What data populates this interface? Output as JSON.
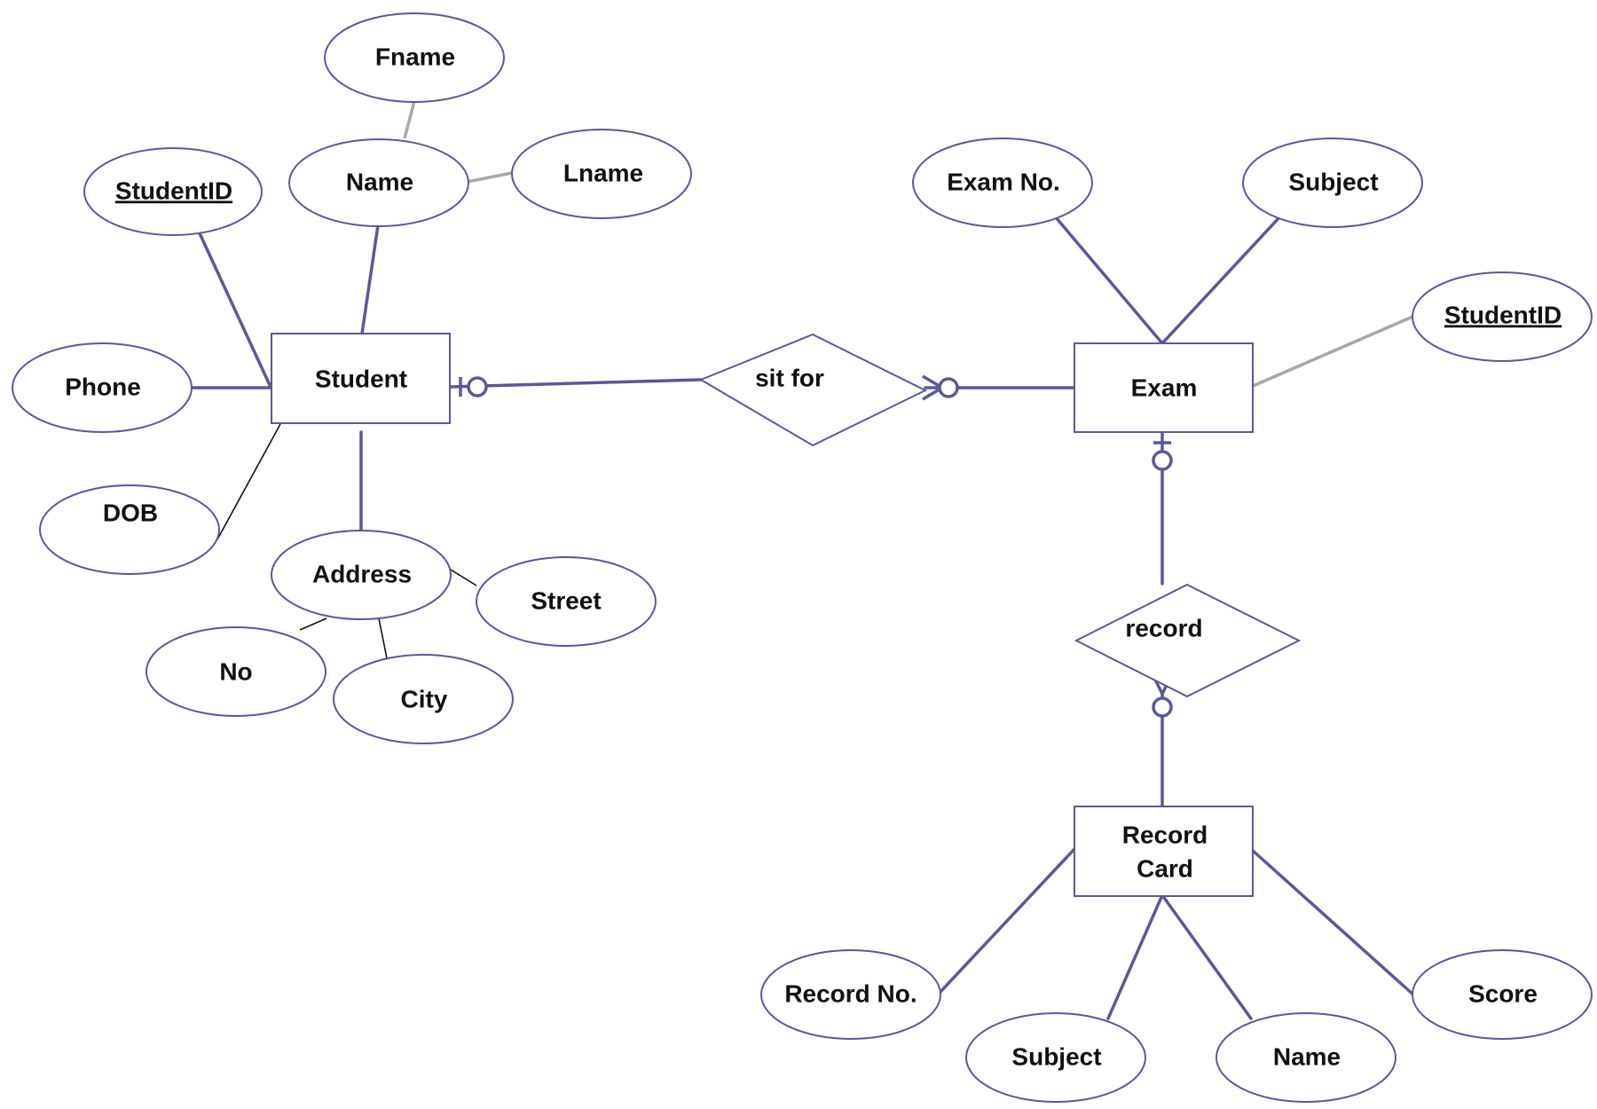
{
  "entities": {
    "student": "Student",
    "exam": "Exam",
    "record_card_line1": "Record",
    "record_card_line2": "Card"
  },
  "relationships": {
    "sit_for": "sit for",
    "record": "record"
  },
  "student_attributes": {
    "student_id": "StudentID",
    "name": "Name",
    "fname": "Fname",
    "lname": "Lname",
    "phone": "Phone",
    "dob": "DOB",
    "address": "Address",
    "street": "Street",
    "no": "No",
    "city": "City"
  },
  "exam_attributes": {
    "exam_no": "Exam No.",
    "subject": "Subject",
    "student_id": "StudentID"
  },
  "record_card_attributes": {
    "record_no": "Record No.",
    "subject": "Subject",
    "name": "Name",
    "score": "Score"
  },
  "colors": {
    "outline": "#5a579b",
    "composite_link": "#a8a8a8",
    "thin_link": "#111111",
    "text": "#111111"
  }
}
